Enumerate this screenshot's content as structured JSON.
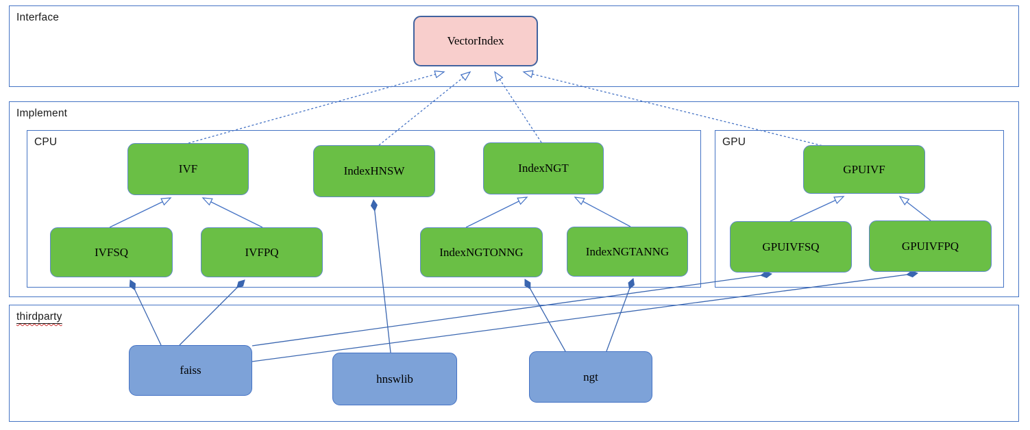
{
  "diagram": {
    "kind": "uml-architecture-diagram",
    "containers": {
      "interface": {
        "label": "Interface"
      },
      "implement": {
        "label": "Implement"
      },
      "cpu": {
        "label": "CPU"
      },
      "gpu": {
        "label": "GPU"
      },
      "thirdparty": {
        "label": "thirdparty"
      }
    },
    "nodes": {
      "vectorindex": {
        "label": "VectorIndex",
        "kind": "interface"
      },
      "ivf": {
        "label": "IVF",
        "kind": "class"
      },
      "indexhnsw": {
        "label": "IndexHNSW",
        "kind": "class"
      },
      "indexngt": {
        "label": "IndexNGT",
        "kind": "class"
      },
      "gpuivf": {
        "label": "GPUIVF",
        "kind": "class"
      },
      "ivfsq": {
        "label": "IVFSQ",
        "kind": "class"
      },
      "ivfpq": {
        "label": "IVFPQ",
        "kind": "class"
      },
      "indexngtonng": {
        "label": "IndexNGTONNG",
        "kind": "class"
      },
      "indexngtanng": {
        "label": "IndexNGTANNG",
        "kind": "class"
      },
      "gpuivfsq": {
        "label": "GPUIVFSQ",
        "kind": "class"
      },
      "gpuivfpq": {
        "label": "GPUIVFPQ",
        "kind": "class"
      },
      "faiss": {
        "label": "faiss",
        "kind": "thirdparty-lib"
      },
      "hnswlib": {
        "label": "hnswlib",
        "kind": "thirdparty-lib"
      },
      "ngt": {
        "label": "ngt",
        "kind": "thirdparty-lib"
      }
    },
    "edges": [
      {
        "from": "IVF",
        "to": "VectorIndex",
        "type": "realization-dashed-hollow-arrow"
      },
      {
        "from": "IndexHNSW",
        "to": "VectorIndex",
        "type": "realization-dashed-hollow-arrow"
      },
      {
        "from": "IndexNGT",
        "to": "VectorIndex",
        "type": "realization-dashed-hollow-arrow"
      },
      {
        "from": "GPUIVF",
        "to": "VectorIndex",
        "type": "realization-dashed-hollow-arrow"
      },
      {
        "from": "IVFSQ",
        "to": "IVF",
        "type": "generalization-hollow-arrow"
      },
      {
        "from": "IVFPQ",
        "to": "IVF",
        "type": "generalization-hollow-arrow"
      },
      {
        "from": "IndexNGTONNG",
        "to": "IndexNGT",
        "type": "generalization-hollow-arrow"
      },
      {
        "from": "IndexNGTANNG",
        "to": "IndexNGT",
        "type": "generalization-hollow-arrow"
      },
      {
        "from": "GPUIVFSQ",
        "to": "GPUIVF",
        "type": "generalization-hollow-arrow"
      },
      {
        "from": "GPUIVFPQ",
        "to": "GPUIVF",
        "type": "generalization-hollow-arrow"
      },
      {
        "from": "faiss",
        "to": "IVFSQ",
        "type": "composition-filled-diamond"
      },
      {
        "from": "faiss",
        "to": "IVFPQ",
        "type": "composition-filled-diamond"
      },
      {
        "from": "faiss",
        "to": "GPUIVFSQ",
        "type": "composition-filled-diamond"
      },
      {
        "from": "faiss",
        "to": "GPUIVFPQ",
        "type": "composition-filled-diamond"
      },
      {
        "from": "hnswlib",
        "to": "IndexHNSW",
        "type": "composition-filled-diamond"
      },
      {
        "from": "ngt",
        "to": "IndexNGTONNG",
        "type": "composition-filled-diamond"
      },
      {
        "from": "ngt",
        "to": "IndexNGTANNG",
        "type": "composition-filled-diamond"
      }
    ],
    "colors": {
      "interface_node_fill": "#f8cecc",
      "interface_node_border": "#41639f",
      "class_node_fill": "#6abf45",
      "class_node_border": "#5e87c9",
      "thirdparty_node_fill": "#7da2d8",
      "thirdparty_node_border": "#4472c4",
      "container_border": "#4473c4",
      "edge_color": "#4472c4",
      "diamond_fill": "#3a66b0",
      "spellcheck_wave": "#d03030"
    }
  }
}
